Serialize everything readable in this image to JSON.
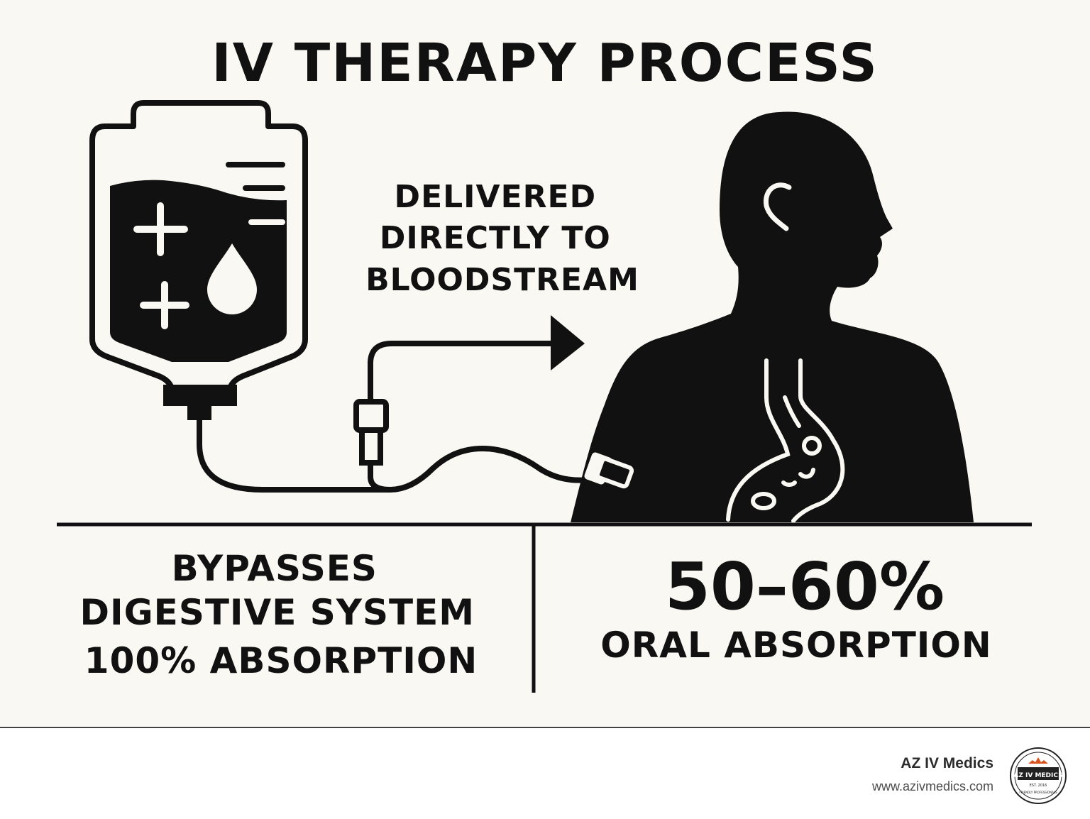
{
  "title": "IV THERAPY PROCESS",
  "delivery_caption": [
    "DELIVERED",
    "DIRECTLY TO",
    "BLOODSTREAM"
  ],
  "left_panel": [
    "BYPASSES",
    "DIGESTIVE SYSTEM",
    "100% ABSORPTION"
  ],
  "right_panel": {
    "value": "50–60%",
    "label": "ORAL ABSORPTION"
  },
  "footer": {
    "brand_name": "AZ IV Medics",
    "website": "www.azivmedics.com",
    "logo": {
      "text": "AZ IV MEDICS",
      "established": "EST. 2016",
      "tagline": "FRIENDLY PROFESSIONALS"
    }
  },
  "icons": [
    "iv-bag-icon",
    "water-drop-icon",
    "plus-icon",
    "arrow-right-icon",
    "human-silhouette-icon",
    "stomach-icon",
    "iv-catheter-icon"
  ],
  "colors": {
    "ink": "#111111",
    "background": "#faf8f3",
    "footer": "#ffffff",
    "logo_accent": "#d9531e"
  }
}
